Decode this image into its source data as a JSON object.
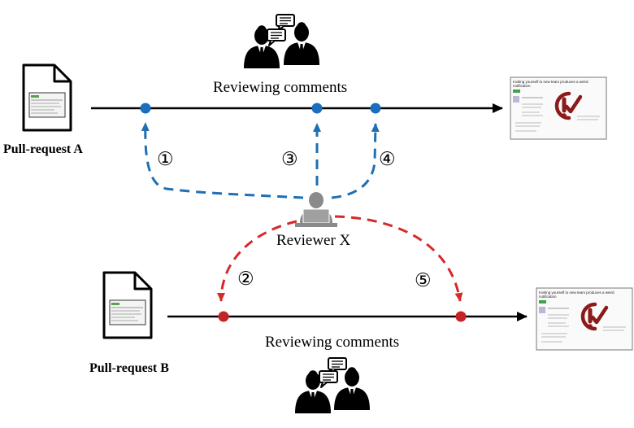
{
  "pull_request_a": {
    "label": "Pull-request A",
    "comments_label": "Reviewing comments"
  },
  "pull_request_b": {
    "label": "Pull-request B",
    "comments_label": "Reviewing comments"
  },
  "reviewer": {
    "label": "Reviewer X"
  },
  "steps": {
    "s1": "①",
    "s2": "②",
    "s3": "③",
    "s4": "④",
    "s5": "⑤"
  },
  "screenshot": {
    "title_line1": "Inviting yourself to new team produces a weird",
    "title_line2": "notification"
  },
  "colors": {
    "blue": "#1f6fb5",
    "red": "#d42a2a",
    "seal": "#8b1a1a",
    "dot_blue": "#1a6ec0",
    "dot_red": "#c42424"
  }
}
